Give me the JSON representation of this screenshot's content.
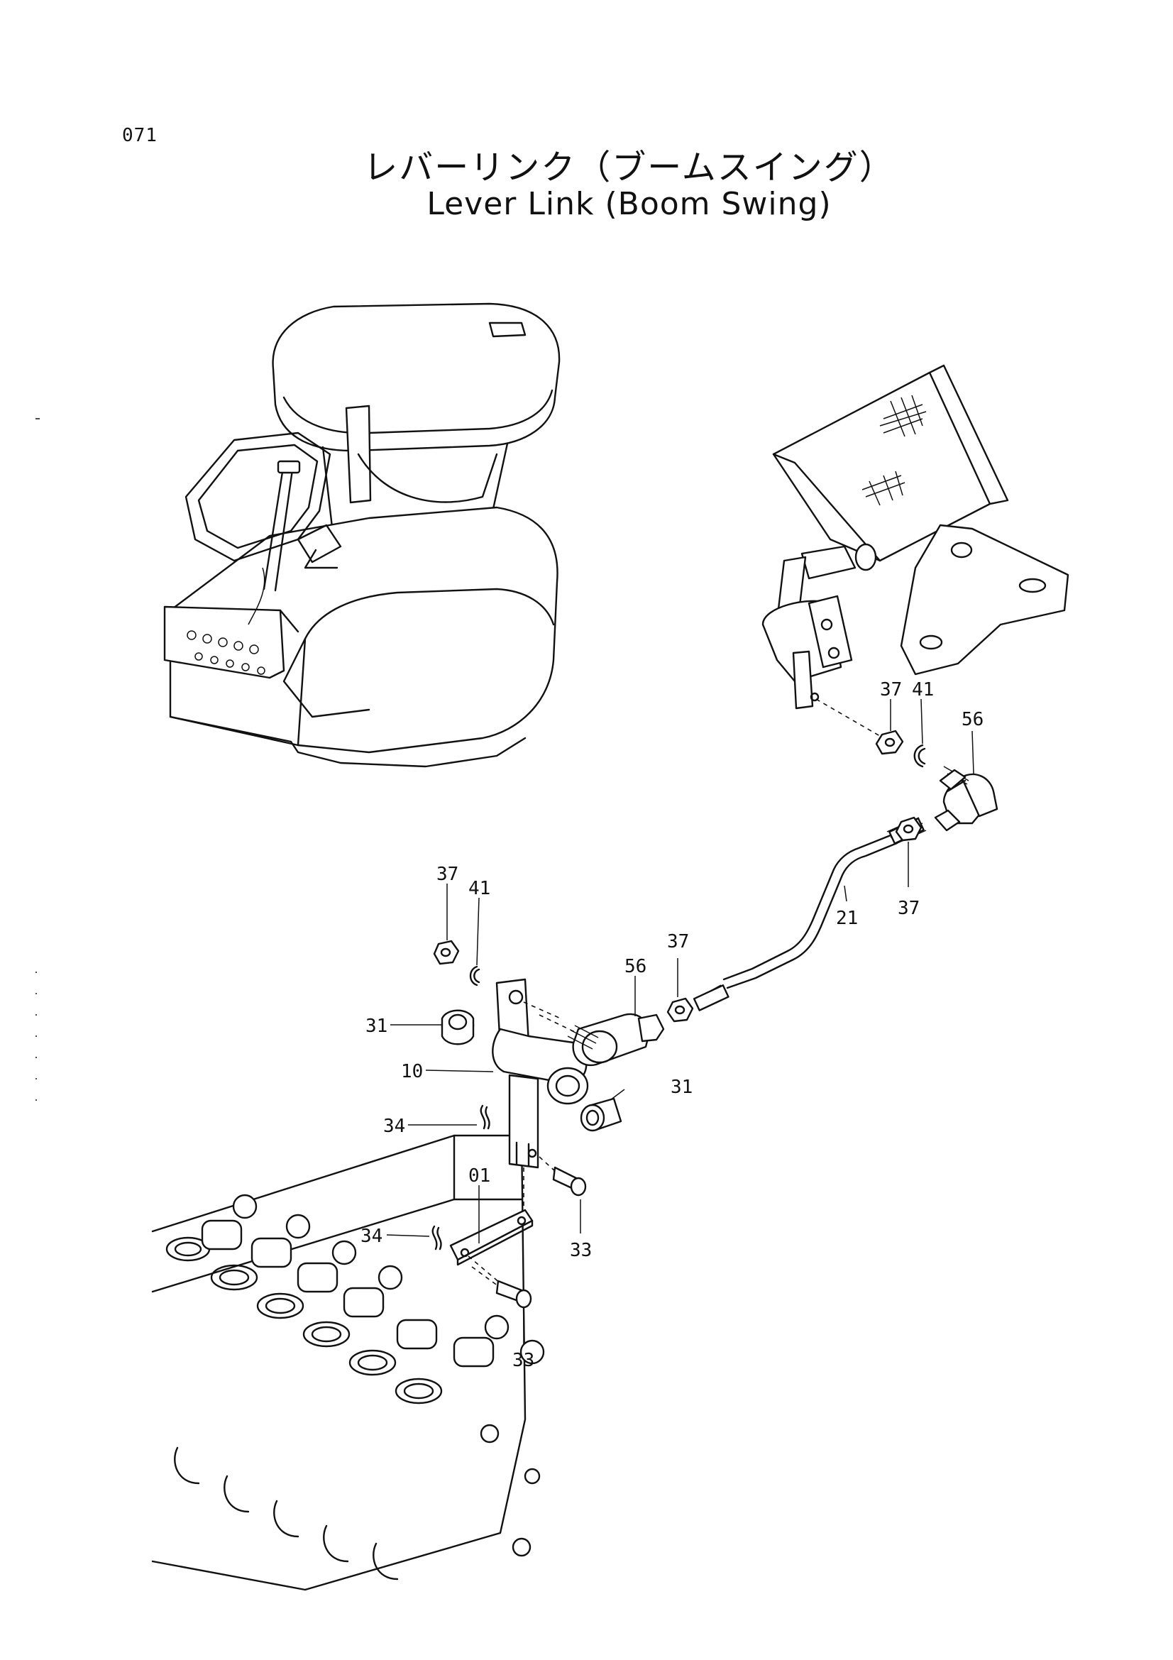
{
  "page": {
    "number": "071"
  },
  "title": {
    "japanese": "レバーリンク（ブームスイング）",
    "english": "Lever Link (Boom Swing)"
  },
  "callouts": [
    {
      "id": "c-37-upper",
      "label": "37"
    },
    {
      "id": "c-41-upper",
      "label": "41"
    },
    {
      "id": "c-56-upper",
      "label": "56"
    },
    {
      "id": "c-37-right",
      "label": "37"
    },
    {
      "id": "c-21",
      "label": "21"
    },
    {
      "id": "c-37-left",
      "label": "37"
    },
    {
      "id": "c-41-left",
      "label": "41"
    },
    {
      "id": "c-37-mid",
      "label": "37"
    },
    {
      "id": "c-56-mid",
      "label": "56"
    },
    {
      "id": "c-31-left",
      "label": "31"
    },
    {
      "id": "c-10",
      "label": "10"
    },
    {
      "id": "c-31-right",
      "label": "31"
    },
    {
      "id": "c-34-upper",
      "label": "34"
    },
    {
      "id": "c-01",
      "label": "01"
    },
    {
      "id": "c-33-upper",
      "label": "33"
    },
    {
      "id": "c-34-lower",
      "label": "34"
    },
    {
      "id": "c-33-lower",
      "label": "33"
    }
  ]
}
